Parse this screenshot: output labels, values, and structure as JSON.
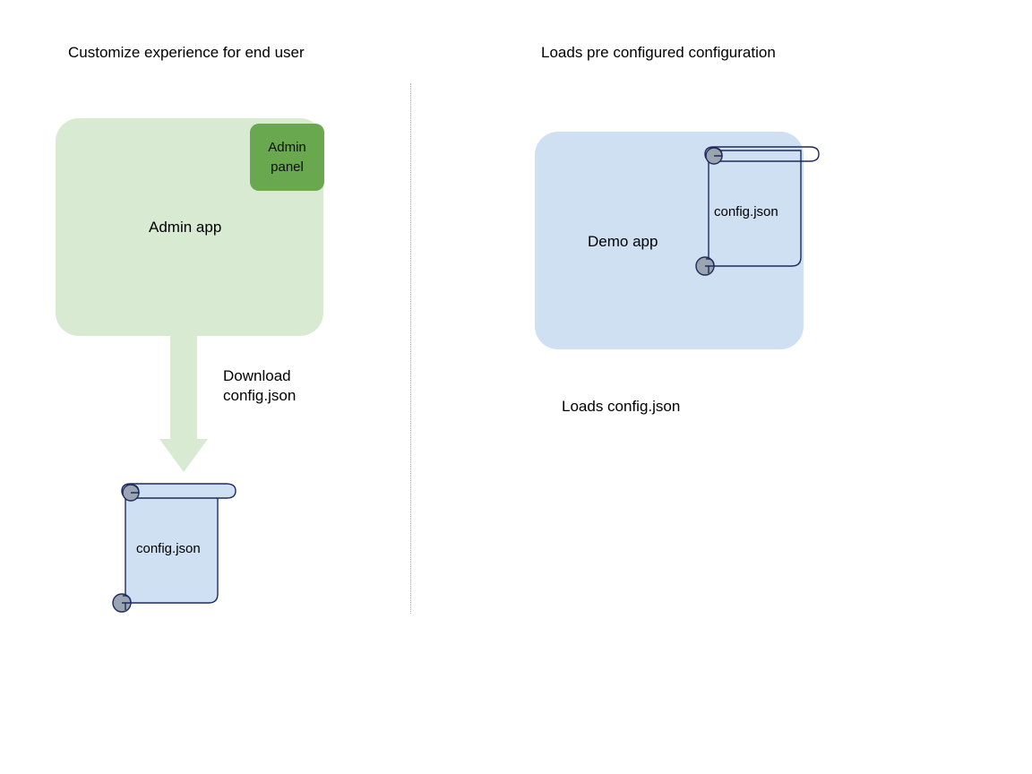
{
  "colors": {
    "admin_app_fill": "#d9ead3",
    "admin_panel_fill": "#6aa84f",
    "demo_app_fill": "#cfe0f3",
    "scroll_fill": "#cfe0f3",
    "scroll_stroke": "#1f2b5b",
    "scroll_curl_fill": "#9aa5b1",
    "arrow_fill": "#d9ead3",
    "divider_stroke": "#b0b0b8",
    "text": "#000000",
    "background": "#ffffff"
  },
  "left_column": {
    "heading": "Customize experience for end user",
    "app": {
      "label": "Admin app",
      "panel_label_line1": "Admin",
      "panel_label_line2": "panel"
    },
    "arrow": {
      "label_line1": "Download",
      "label_line2": "config.json",
      "direction": "down"
    },
    "document": {
      "label": "config.json",
      "icon": "scroll-document-icon"
    }
  },
  "right_column": {
    "heading": "Loads pre configured configuration",
    "app": {
      "label": "Demo app"
    },
    "document": {
      "label": "config.json",
      "icon": "scroll-document-icon"
    },
    "caption": "Loads config.json"
  }
}
